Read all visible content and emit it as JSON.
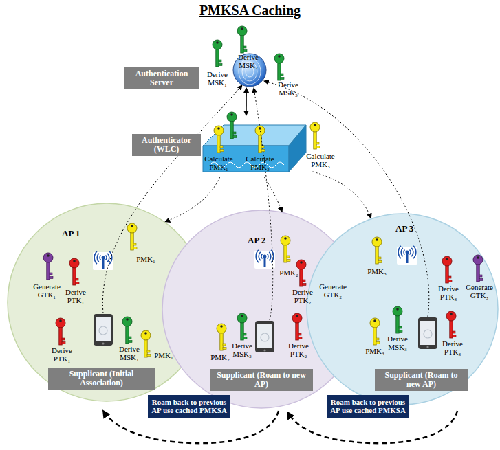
{
  "diagram": {
    "title": "PMKSA Caching",
    "nodes": [
      {
        "text": [
          "Authentication Server"
        ]
      },
      {
        "text": [
          "Authenticator (WLC)"
        ]
      },
      {
        "text": [
          "AP 1"
        ]
      },
      {
        "text": [
          "AP 2"
        ]
      },
      {
        "text": [
          "AP 3"
        ]
      },
      {
        "text": [
          "Supplicant (Initial Association)"
        ],
        "in": 2
      },
      {
        "text": [
          "Supplicant (Roam to new AP)"
        ],
        "in": 3
      },
      {
        "text": [
          "Supplicant (Roam to new AP)"
        ],
        "in": 4
      },
      {
        "text": [
          "Roam back to previous AP use cached PMKSA"
        ]
      },
      {
        "text": [
          "Roam back to previous AP use cached PMKSA"
        ]
      }
    ],
    "edges": [
      {
        "from": 0,
        "to": 1,
        "arrow": "both"
      },
      {
        "from": 1,
        "to": 2,
        "arrow": "to"
      },
      {
        "from": 1,
        "to": 3,
        "arrow": "to"
      },
      {
        "from": 1,
        "to": 4,
        "arrow": "to"
      }
    ],
    "labels": [
      "Derive MSK₁",
      "Derive MSK₂",
      "Derive MSK₃",
      "Calculate PMK₁",
      "Calculate PMK₂",
      "Calculate PMK₃",
      "PMK₁",
      "Generate GTK₁",
      "Derive PTK₁",
      "Derive PTK₁",
      "Derive MSK₁",
      "PMK₁",
      "PMK₂",
      "Derive PTK₂",
      "Generate GTK₂",
      "PMK₂",
      "Derive MSK₂",
      "Derive PTK₂",
      "PMK₃",
      "Derive PTK₃",
      "Generate GTK₃",
      "PMK₃",
      "Derive MSK₃",
      "Derive PTK₃"
    ]
  }
}
